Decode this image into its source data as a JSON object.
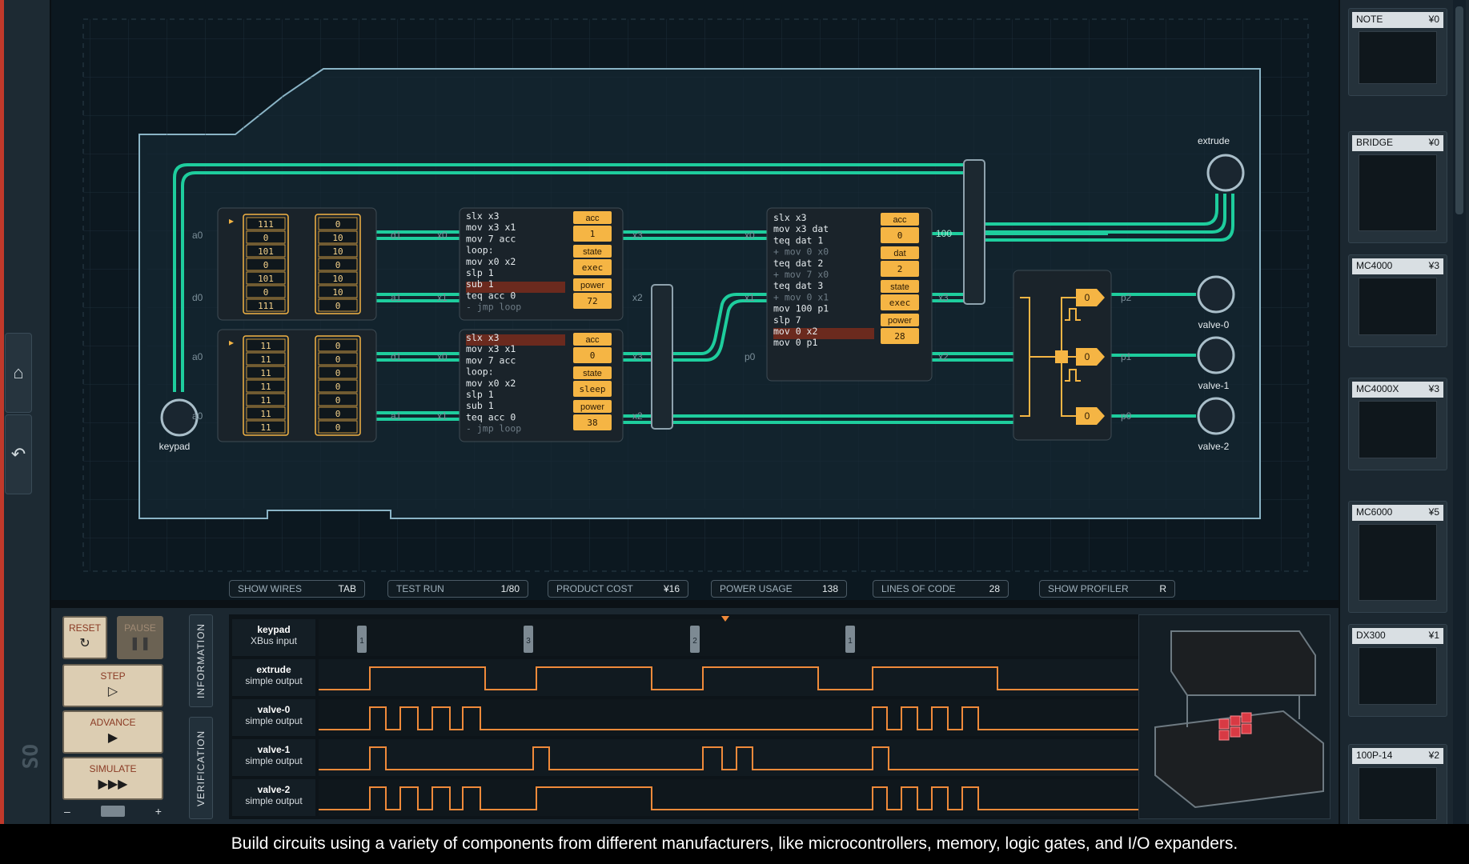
{
  "rail": {
    "home_icon": "home-icon",
    "undo_icon": "undo-icon",
    "logo": "SO"
  },
  "stats": [
    {
      "label": "SHOW WIRES",
      "value": "TAB"
    },
    {
      "label": "TEST RUN",
      "value": "1/80"
    },
    {
      "label": "PRODUCT COST",
      "value": "¥16"
    },
    {
      "label": "POWER USAGE",
      "value": "138"
    },
    {
      "label": "LINES OF CODE",
      "value": "28"
    },
    {
      "label": "SHOW PROFILER",
      "value": "R"
    }
  ],
  "board": {
    "pins": {
      "keypad": "keypad",
      "extrude": "extrude",
      "valve0": "valve-0",
      "valve1": "valve-1",
      "valve2": "valve-2"
    },
    "ports": {
      "mem1_left": [
        "a0",
        "d0"
      ],
      "mem2_left": [
        "a0",
        "a0"
      ],
      "mem1_right": [
        "d1",
        "a1"
      ],
      "mem2_right": [
        "d1",
        "a1"
      ],
      "mc1_left": [
        "x0",
        "x1"
      ],
      "mc1_right": [
        "x3",
        "x2"
      ],
      "mc2_left": [
        "x0",
        "x1"
      ],
      "mc2_right": [
        "x3",
        "x2"
      ],
      "mc3_left": [
        "x0",
        "x1",
        "p0"
      ],
      "mc3_right": [
        "x3",
        "x2"
      ],
      "dx_right": [
        "p2",
        "p1",
        "p0"
      ],
      "bus_value": "100"
    },
    "mem1": {
      "a": [
        "111",
        "0",
        "101",
        "0",
        "101",
        "0",
        "111"
      ],
      "b": [
        "0",
        "10",
        "10",
        "0",
        "10",
        "10",
        "0"
      ]
    },
    "mem2": {
      "a": [
        "11",
        "11",
        "11",
        "11",
        "11",
        "11",
        "11"
      ],
      "b": [
        "0",
        "0",
        "0",
        "0",
        "0",
        "0",
        "0"
      ]
    },
    "mc1": {
      "code": [
        "slx x3",
        "mov x3 x1",
        "mov 7 acc",
        "loop:",
        "mov x0 x2",
        "slp 1",
        "sub 1",
        "teq acc 0",
        "- jmp loop"
      ],
      "regs": [
        [
          "acc",
          "1"
        ],
        [
          "state",
          "exec"
        ],
        [
          "power",
          "72"
        ]
      ]
    },
    "mc2": {
      "code": [
        "slx x3",
        "mov x3 x1",
        "mov 7 acc",
        "loop:",
        "mov x0 x2",
        "slp 1",
        "sub 1",
        "teq acc 0",
        "- jmp loop"
      ],
      "regs": [
        [
          "acc",
          "0"
        ],
        [
          "state",
          "sleep"
        ],
        [
          "power",
          "38"
        ]
      ]
    },
    "mc3": {
      "code": [
        "slx x3",
        "mov x3 dat",
        "teq dat 1",
        "+ mov 0 x0",
        "teq dat 2",
        "+ mov 7 x0",
        "teq dat 3",
        "+ mov 0 x1",
        "mov 100 p1",
        "slp 7",
        "mov 0 x2",
        "mov 0 p1"
      ],
      "regs": [
        [
          "acc",
          "0"
        ],
        [
          "dat",
          "2"
        ],
        [
          "state",
          "exec"
        ],
        [
          "power",
          "28"
        ]
      ]
    },
    "dx_gates": [
      "0",
      "0",
      "0"
    ]
  },
  "controls": {
    "reset": "RESET",
    "pause": "PAUSE",
    "step": "STEP",
    "advance": "ADVANCE",
    "simulate": "SIMULATE",
    "minus": "–",
    "plus": "+"
  },
  "tabs": {
    "information": "INFORMATION",
    "verification": "VERIFICATION"
  },
  "signals": [
    {
      "name": "keypad",
      "type": "XBus input"
    },
    {
      "name": "extrude",
      "type": "simple output"
    },
    {
      "name": "valve-0",
      "type": "simple output"
    },
    {
      "name": "valve-1",
      "type": "simple output"
    },
    {
      "name": "valve-2",
      "type": "simple output"
    }
  ],
  "keypad_events": [
    "1",
    "3",
    "2",
    "1"
  ],
  "palette": [
    {
      "name": "NOTE",
      "cost": "¥0"
    },
    {
      "name": "BRIDGE",
      "cost": "¥0"
    },
    {
      "name": "MC4000",
      "cost": "¥3"
    },
    {
      "name": "MC4000X",
      "cost": "¥3"
    },
    {
      "name": "MC6000",
      "cost": "¥5"
    },
    {
      "name": "DX300",
      "cost": "¥1"
    },
    {
      "name": "100P-14",
      "cost": "¥2"
    }
  ],
  "caption": "Build circuits using a variety of components from different manufacturers, like microcontrollers, memory, logic gates, and I/O expanders.",
  "colors": {
    "trace": "#1fd7a3",
    "chip_label": "#f5b544",
    "wave": "#f08a3a",
    "highlight": "#6b2a1e"
  }
}
